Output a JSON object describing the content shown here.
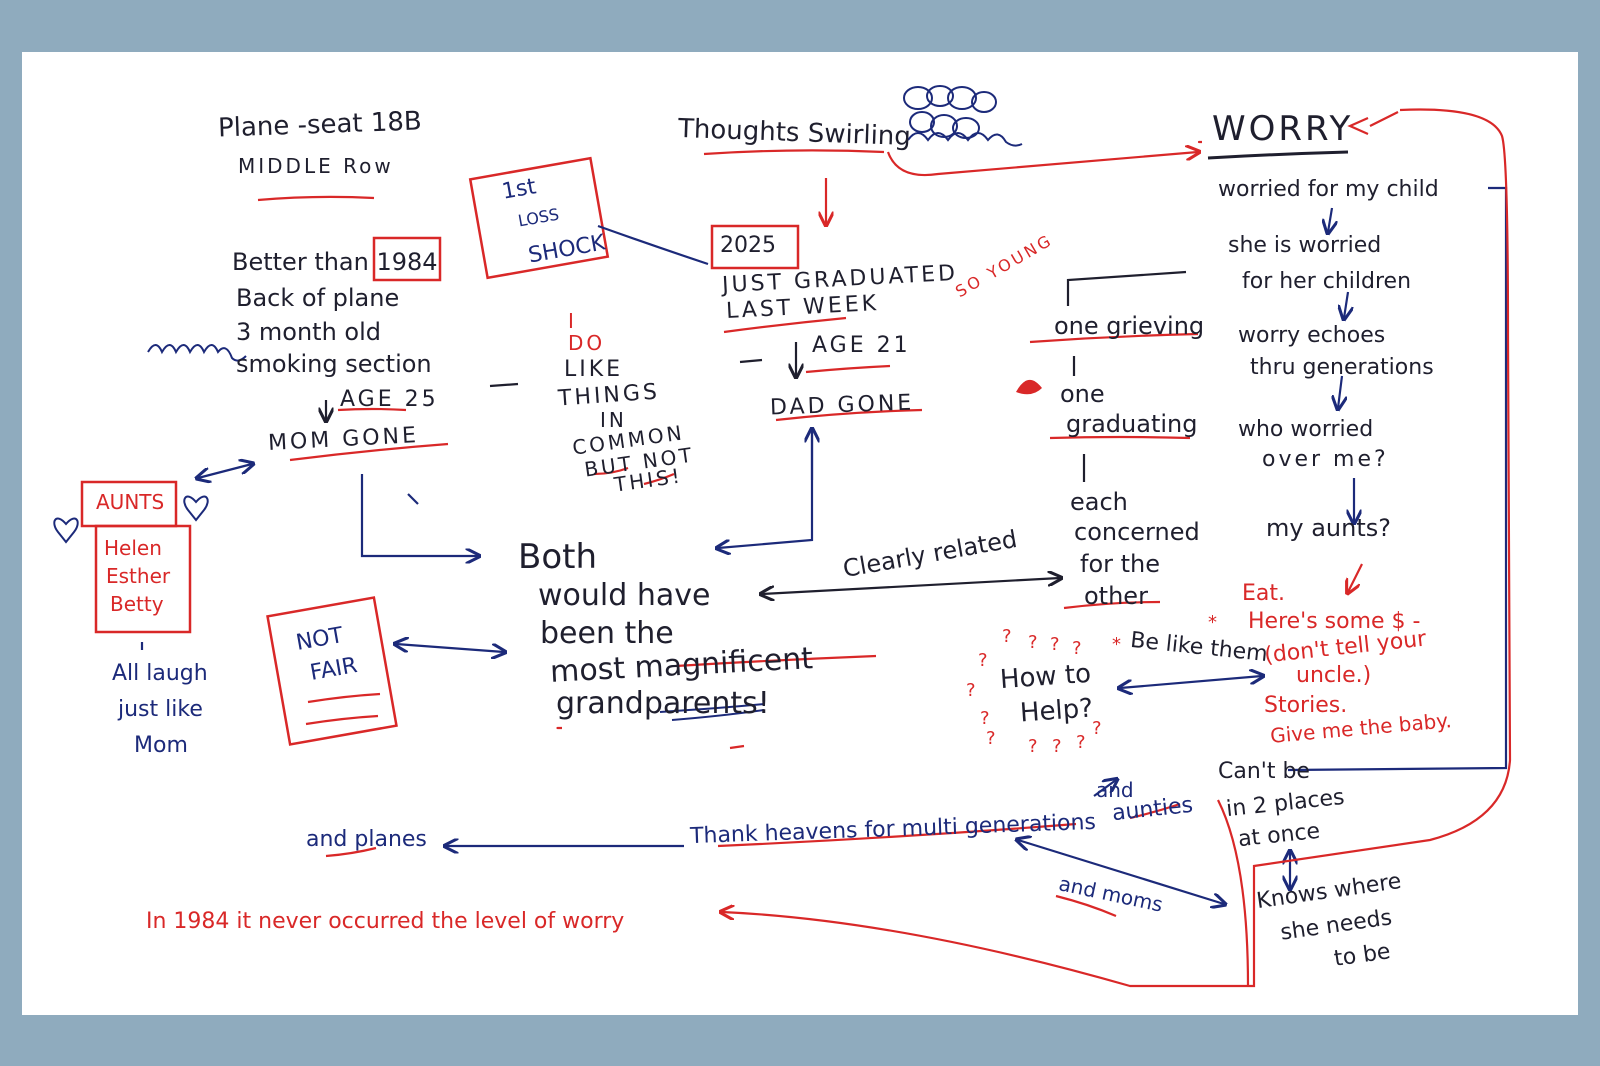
{
  "header": {
    "plane_line1": "Plane -seat 18B",
    "plane_line2": "MIDDLE Row",
    "thoughts": "Thoughts Swirling",
    "worry": "WORRY"
  },
  "loss_box": {
    "line1": "1st",
    "line2": "LOSS",
    "line3": "SHOCK"
  },
  "left_block": {
    "lines": [
      "Better than 1984",
      "Back of plane",
      "3 month old",
      "smoking section"
    ],
    "age": "AGE 25",
    "mom_gone": "MOM GONE"
  },
  "aunts_box": {
    "title": "AUNTS",
    "names": [
      "Helen",
      "Esther",
      "Betty"
    ]
  },
  "aunts_note": [
    "All laugh",
    "just like",
    "Mom"
  ],
  "common": {
    "too": "I DO",
    "lines": [
      "LIKE",
      "THINGS",
      "IN",
      "COMMON",
      "BUT NOT",
      "THIS!"
    ]
  },
  "center_block": {
    "year": "2025",
    "line1": "JUST GRADUATED",
    "line2": "LAST WEEK",
    "age": "AGE 21",
    "so_young": "SO YOUNG",
    "dad_gone": "DAD GONE"
  },
  "not_fair": {
    "line1": "NOT",
    "line2": "FAIR"
  },
  "both": {
    "lines": [
      "Both",
      "would have",
      "been the",
      "most magnificent",
      "grandparents!"
    ]
  },
  "clearly_related": "Clearly related",
  "right_middle": {
    "grieving": "one grieving",
    "graduating_1": "one",
    "graduating_2": "graduating",
    "each": [
      "each",
      "concerned",
      "for the",
      "other"
    ]
  },
  "how_to_help": {
    "line1": "How to",
    "line2": "Help?"
  },
  "be_like_them": "Be like them",
  "worry_list": [
    "worried for my child",
    "she is worried",
    "for her children",
    "worry echoes",
    "thru generations",
    "who worried",
    "over me?",
    "my aunts?"
  ],
  "aunt_tips": [
    "Eat.",
    "Here's some $ -",
    "(don't tell your",
    "uncle.)",
    "Stories.",
    "Give me the baby."
  ],
  "bottom": {
    "and_planes": "and planes",
    "thank_heavens": "Thank heavens for multi generations",
    "and_aunties_1": "and",
    "and_aunties_2": "aunties",
    "and_moms": "and moms",
    "in_1984": "In 1984 it never occurred the level of worry",
    "cant_be": [
      "Can't be",
      "in 2 places",
      "at once"
    ],
    "knows_where": [
      "Knows where",
      "she needs",
      "to be"
    ]
  },
  "colors": {
    "background": "#8fabbe",
    "paper": "#ffffff",
    "blue_ink": "#1c2a7a",
    "red_ink": "#d92828",
    "black_ink": "#1f1f2e"
  }
}
